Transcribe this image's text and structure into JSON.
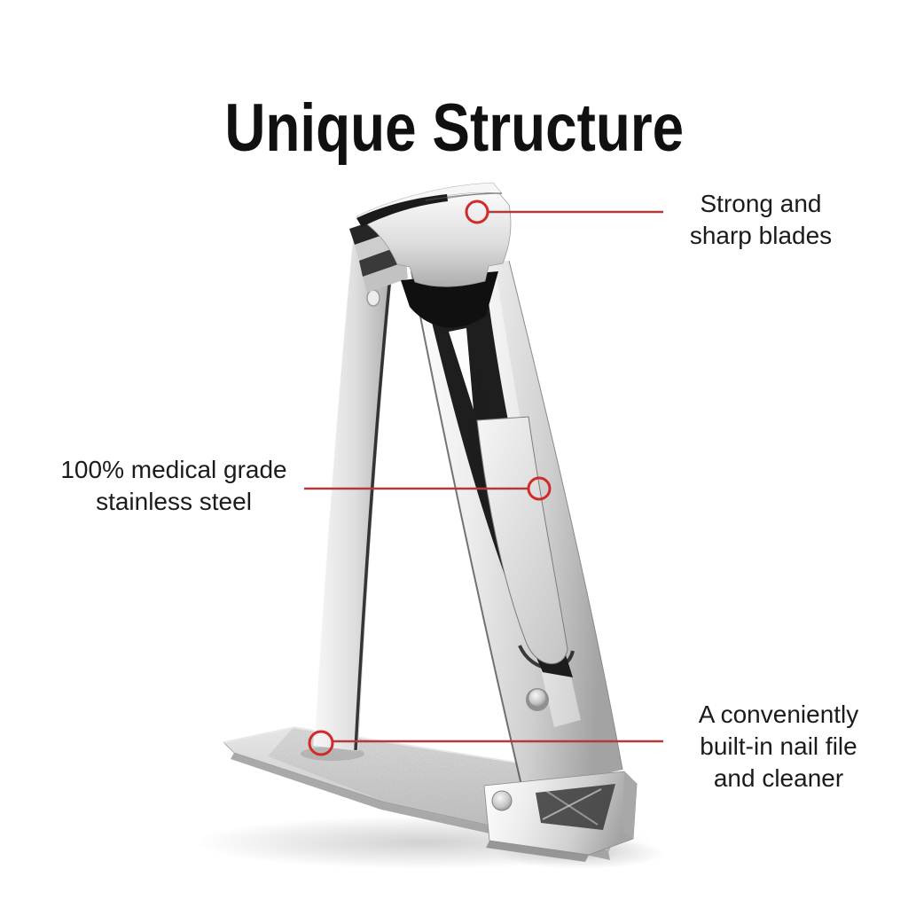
{
  "title": "Unique Structure",
  "colors": {
    "background": "#ffffff",
    "text": "#1b1b1b",
    "marker_red": "#d02a2a",
    "line_red": "#b23a3a"
  },
  "product_image": {
    "name": "stainless-steel-folding-nail-clipper"
  },
  "callouts": [
    {
      "id": "blades",
      "lines": [
        "Strong and",
        "sharp blades"
      ]
    },
    {
      "id": "steel",
      "lines": [
        "100% medical grade",
        "stainless steel"
      ]
    },
    {
      "id": "file",
      "lines": [
        "A conveniently",
        "built-in nail file",
        "and cleaner"
      ]
    }
  ]
}
